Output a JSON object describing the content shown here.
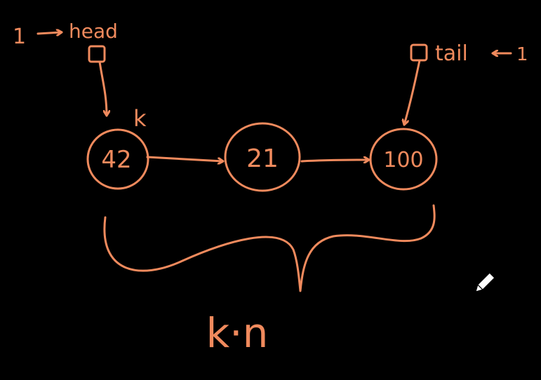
{
  "ink_color": "#f08a5d",
  "background": "#000000",
  "head_pointer": {
    "count": "1",
    "label": "head"
  },
  "tail_pointer": {
    "count": "1",
    "label": "tail"
  },
  "nodes": [
    {
      "value": "42"
    },
    {
      "value": "21"
    },
    {
      "value": "100"
    }
  ],
  "node_size_label": "k",
  "brace_label": "k·n",
  "cursor": "pencil-icon"
}
